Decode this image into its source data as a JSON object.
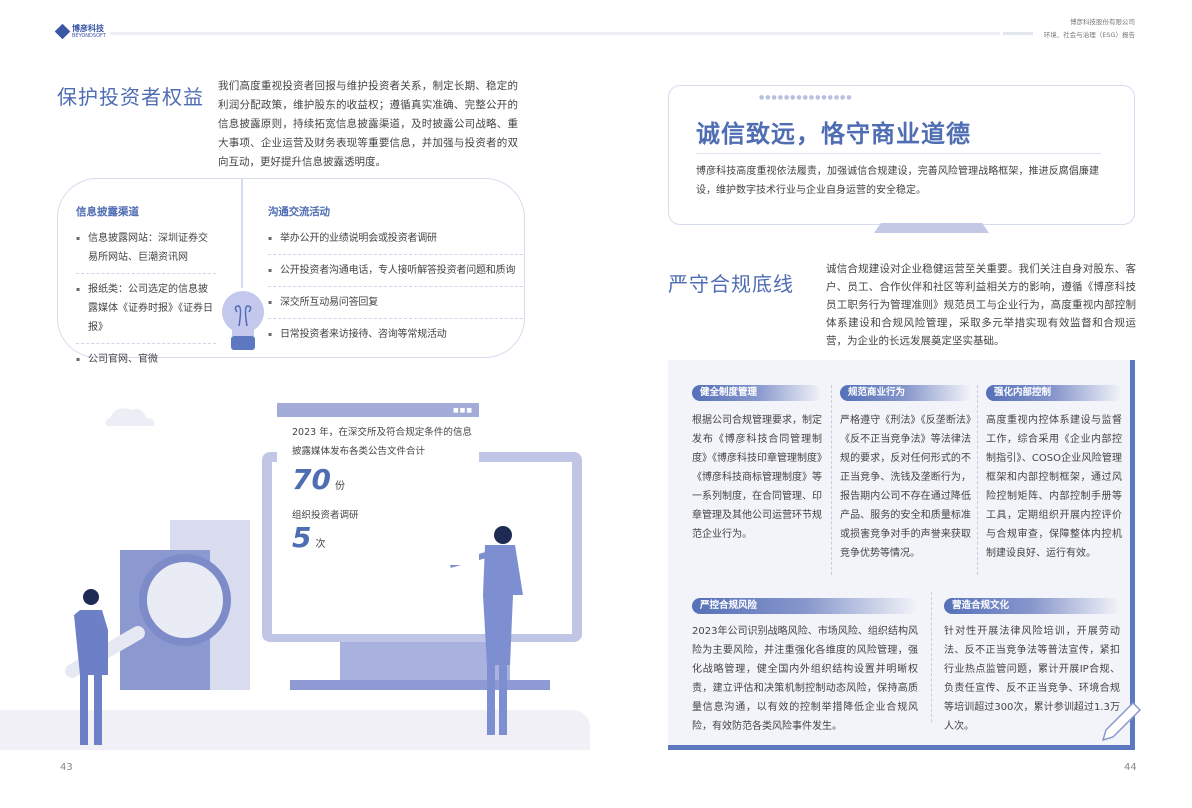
{
  "header": {
    "logo_text": "博彦科技",
    "logo_sub": "BEYONDSOFT",
    "company": "博彦科技股份有限公司",
    "report": "环境、社会与治理（ESG）报告"
  },
  "left": {
    "title": "保护投资者权益",
    "intro": "我们高度重视投资者回报与维护投资者关系，制定长期、稳定的利润分配政策，维护股东的收益权；遵循真实准确、完整公开的信息披露原则，持续拓宽信息披露渠道，及时披露公司战略、重大事项、企业运营及财务表现等重要信息，并加强与投资者的双向互动，更好提升信息披露透明度。",
    "channels": {
      "title": "信息披露渠道",
      "items": [
        "信息披露网站：深圳证券交易所网站、巨潮资讯网",
        "报纸类：公司选定的信息披露媒体《证券时报》《证券日报》",
        "公司官网、官微"
      ]
    },
    "activities": {
      "title": "沟通交流活动",
      "items": [
        "举办公开的业绩说明会或投资者调研",
        "公开投资者沟通电话，专人接听解答投资者问题和质询",
        "深交所互动易问答回复",
        "日常投资者来访接待、咨询等常规活动"
      ]
    },
    "stats": {
      "desc1": "2023 年，在深交所及符合规定条件的信息披露媒体发布各类公告文件合计",
      "value1": "70",
      "unit1": "份",
      "desc2": "组织投资者调研",
      "value2": "5",
      "unit2": "次"
    },
    "page": "43"
  },
  "right": {
    "banner": {
      "title": "诚信致远，恪守商业道德",
      "text": "博彦科技高度重视依法履责，加强诚信合规建设，完善风险管理战略框架，推进反腐倡廉建设，维护数字技术行业与企业自身运营的安全稳定。"
    },
    "section": {
      "title": "严守合规底线",
      "intro": "诚信合规建设对企业稳健运营至关重要。我们关注自身对股东、客户、员工、合作伙伴和社区等利益相关方的影响，遵循《博彦科技员工职务行为管理准则》规范员工与企业行为，高度重视内部控制体系建设和合规风险管理，采取多元举措实现有效监督和合规运营，为企业的长远发展奠定坚实基础。"
    },
    "items": [
      {
        "title": "健全制度管理",
        "text": "根据公司合规管理要求，制定发布《博彦科技合同管理制度》《博彦科技印章管理制度》《博彦科技商标管理制度》等一系列制度，在合同管理、印章管理及其他公司运营环节规范企业行为。"
      },
      {
        "title": "规范商业行为",
        "text": "严格遵守《刑法》《反垄断法》《反不正当竞争法》等法律法规的要求，反对任何形式的不正当竞争、洗钱及垄断行为，报告期内公司不存在通过降低产品、服务的安全和质量标准或损害竞争对手的声誉来获取竞争优势等情况。"
      },
      {
        "title": "强化内部控制",
        "text": "高度重视内控体系建设与监督工作，综合采用《企业内部控制指引》、COSO企业风险管理框架和内部控制框架，通过风险控制矩阵、内部控制手册等工具，定期组织开展内控评价与合规审查，保障整体内控机制建设良好、运行有效。"
      },
      {
        "title": "严控合规风险",
        "text": "2023年公司识别战略风险、市场风险、组织结构风险为主要风险，并注重强化各维度的风险管理，强化战略管理，健全国内外组织结构设置并明晰权责，建立评估和决策机制控制动态风险，保持高质量信息沟通，以有效的控制举措降低企业合规风险，有效防范各类风险事件发生。"
      },
      {
        "title": "营造合规文化",
        "text": "针对性开展法律风险培训，开展劳动法、反不正当竞争法等普法宣传，紧扣行业热点监管问题，累计开展IP合规、负责任宣传、反不正当竞争、环境合规等培训超过300次，累计参训超过1.3万人次。"
      }
    ],
    "page": "44"
  },
  "colors": {
    "accent": "#4f6db3",
    "panel": "#f3f4f9",
    "bar": "#5b78c0"
  }
}
